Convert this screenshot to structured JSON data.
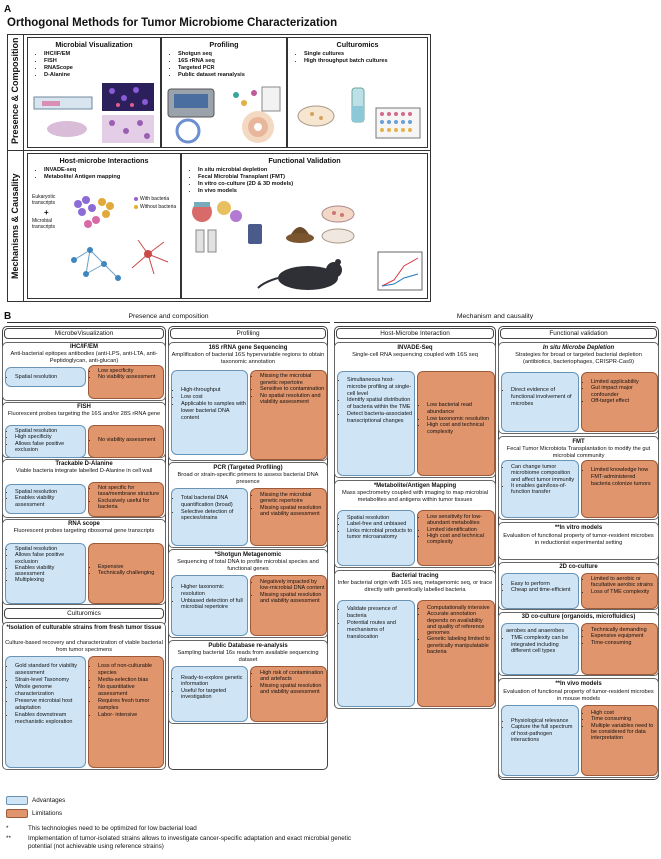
{
  "panel_a": {
    "letter": "A",
    "title": "Orthogonal Methods for Tumor Microbiome Characterization",
    "band_top": "Presence & Composition",
    "band_bottom": "Mechanisms & Causality",
    "boxes": {
      "microbial_visualization": {
        "title": "Microbial Visualization",
        "items": [
          "IHC/IF/EM",
          "FISH",
          "RNAScope",
          "D-Alanine"
        ]
      },
      "profiling": {
        "title": "Profiling",
        "items": [
          "Shotgun seq",
          "16S rRNA seq",
          "Targeted PCR",
          "Public dataset reanalysis"
        ]
      },
      "culturomics": {
        "title": "Culturomics",
        "items": [
          "Single cultures",
          "High throughput batch cultures"
        ]
      },
      "host_microbe": {
        "title": "Host-microbe Interactions",
        "items": [
          "INVADE-seq",
          "Metabolite/ Antigen mapping"
        ],
        "labels": {
          "eukaryotic": "Eukaryotic transcripts",
          "plus": "+",
          "microbial": "Microbial transcripts",
          "with_bacteria": "With bacteria",
          "without_bacteria": "Without bacteria"
        }
      },
      "functional_validation": {
        "title": "Functional Validation",
        "items": [
          "In situ microbial depletion",
          "Fecal Microbial Transplant (FMT)",
          "In vitro co-culture (2D & 3D models)",
          "In vivo models"
        ]
      }
    }
  },
  "panel_b": {
    "letter": "B",
    "presence_header": "Presence and composition",
    "mechanism_header": "Mechanism and causality",
    "columns": {
      "microbe_visualization": "MicrobeVisualization",
      "profiling": "Profiling",
      "host_microbe": "Host-Microbe Interaction",
      "functional_validation": "Functional validation"
    },
    "cards": {
      "ihc": {
        "title": "IHC/IF/EM",
        "subtitle": "Anti-bacterial epitopes antibodies (anti-LPS, anti-LTA, anti-Peptidoglycan, anti-glucan)",
        "adv": [
          "Spatial resolution"
        ],
        "lim": [
          "Low specificity",
          "No viability assessment"
        ]
      },
      "fish": {
        "title": "FISH",
        "subtitle": "Fluorescent probes targeting the 16S and/or 28S rRNA gene",
        "adv": [
          "Spatial resolution",
          "High specificity",
          "Allows false positive exclusion"
        ],
        "lim": [
          "No viability assessment"
        ]
      },
      "dalanine": {
        "title": "Trackable D-Alanine",
        "subtitle": "Viable bacteria integrate labelled D-Alanine in cell wall",
        "adv": [
          "Spatial resolution",
          "Enables viability assessment"
        ],
        "lim": [
          "Not specific for taxa/membrane structure",
          "Exclusively useful for bacteria"
        ]
      },
      "rnascope": {
        "title": "RNA scope",
        "subtitle": "Fluorescent probes targeting ribosomal gene transcripts",
        "adv": [
          "Spatial resolution",
          "Allows false positive exclusion",
          "Enables viability assessment",
          "Multiplexing"
        ],
        "lim": [
          "Expensive",
          "Technically challenging"
        ]
      },
      "culturomics_header": "Culturomics",
      "isolation": {
        "title": "*Isolation of culturable strains from fresh tumor tissue",
        "subtitle": "Culture-based recovery and characterization of viable bacterial from tumor specimens",
        "adv": [
          "Gold standard for viability assessment",
          "Strain-level Taxonomy",
          "Whole genome characterization",
          "Preserve microbial host adaptation",
          "Enables downstream mechanistic exploration"
        ],
        "lim": [
          "Loss of non-culturable species",
          "Media-selection bias",
          "No quantitative assessment",
          "Requires fresh tumor samples",
          "Labor- intensive"
        ]
      },
      "s16": {
        "title": "16S rRNA gene Sequencing",
        "subtitle": "Amplification of bacterial 16S hypervariable regions to obtain taxonomic annotation",
        "adv": [
          "High-throughput",
          "Low cost",
          "Applicable to samples with lower bacterial DNA content"
        ],
        "lim": [
          "Missing the microbial genetic repertoire",
          "Sensitive to contamination",
          "No spatial resolution and viability assessment"
        ]
      },
      "pcr": {
        "title": "PCR (Targeted Profiling)",
        "subtitle": "Broad or strain-specific primers to assess bacterial DNA presence",
        "adv": [
          "Total bacterial DNA quantification (broad)",
          "Selective detection of species/strains"
        ],
        "lim": [
          "Missing the microbial genetic repertoire",
          "Missing spatial resolution and viability assessment"
        ]
      },
      "shotgun": {
        "title": "*Shotgun Metagenomic",
        "subtitle": "Sequencing of total DNA to profile microbial species and functional genes",
        "adv": [
          "Higher taxonomic resolution",
          "Unbiased detection of full microbial repertoire"
        ],
        "lim": [
          "Negatively impacted by low-microbial DNA content",
          "Missing spatial resolution and viability assessment"
        ]
      },
      "public": {
        "title": "Public Database re-analysis",
        "subtitle": "Sampling bacterial 16s reads from available sequencing dataset",
        "adv": [
          "Ready-to-explore genetic information",
          "Useful for targeted investigation"
        ],
        "lim": [
          "High risk of contamination and artefacts",
          "Missing spatial resolution and viability assessment"
        ]
      },
      "invade": {
        "title": "INVADE-Seq",
        "subtitle": "Single-cell RNA sequencing coupled with 16S seq",
        "adv": [
          "Simultaneous host-microbe profiling at single-cell level",
          "Identify spatial distribution of bacteria within the TME",
          "Detect bacteria-associated transcriptional changes"
        ],
        "lim": [
          "Low bacterial read abundance",
          "Low taxonomic resolution",
          "High cost and technical complexity"
        ]
      },
      "metab": {
        "title": "*Metabolite/Antigen Mapping",
        "subtitle": "Mass spectrometry coupled with imaging to map microbial metabolites and antigens within tumor tissues",
        "adv": [
          "Spatial resolution",
          "Label-free and unbiased",
          "Links microbial products to tumor microanatomy"
        ],
        "lim": [
          "Low sensitivity for low-abundant metabolites",
          "Limited identification",
          "High cost and technical complexity"
        ]
      },
      "tracing": {
        "title": "Bacterial tracing",
        "subtitle": "Infer bacterial origin with 16S seq, metagenomic seq, or trace directly with genetically labelled bacteria",
        "adv": [
          "Validate presence of bacteria",
          "Potential routes and mechanisms of translocation"
        ],
        "lim": [
          "Computationally intensive",
          "Accurate annotation depends on availability and quality of reference genomes",
          "Genetic labeling limited to genetically manipulatable bacteria"
        ]
      },
      "insitu": {
        "title": "In situ Microbe Depletion",
        "subtitle": "Strategies for broad or targeted bacterial depletion (antibiotics, bacteriophages, CRISPR-Cas9)",
        "adv": [
          "Direct evidence of functional involvement of microbes"
        ],
        "lim": [
          "Limited applicability",
          "Gut impact major confounder",
          "Off-target effect"
        ]
      },
      "fmt": {
        "title": "FMT",
        "subtitle": "Fecal Tumor Microbiota Transplantation to modify the gut microbial community",
        "adv": [
          "Can change tumor microbiome composition and affect tumor immunity",
          "It enables gain/loss-of-function transfer"
        ],
        "lim": [
          "Limited knowledge how FMT-administered bacteria colonize tumors"
        ]
      },
      "invitro": {
        "title": "**In vitro models",
        "subtitle": "Evaluation of functional property of tumor-resident microbes in reductionist experimental setting"
      },
      "cc2d": {
        "title": "2D co-culture",
        "adv": [
          "Easy to perform",
          "Cheap and time-efficient"
        ],
        "lim": [
          "Limited to aerobic or facultative aerobic strains",
          "Loss of TME complexity"
        ]
      },
      "cc3d": {
        "title": "3D co-culture (organoids, microfluidics)",
        "adv": [
          "aerobes and anaerobes",
          "TME complexity can be integrated including different cell types"
        ],
        "lim": [
          "Technically demanding",
          "Expensive equipment",
          "Time-consuming"
        ]
      },
      "invivo": {
        "title": "**In vivo models",
        "subtitle": "Evaluation of functional property of tumor-resident microbes in mouse models",
        "adv": [
          "Physiological relevance",
          "Capture the full spectrum of host-pathogen interactions"
        ],
        "lim": [
          "High cost",
          "Time consuming",
          "Multiple variables need to be considered for data interpretation"
        ]
      }
    },
    "legend": {
      "advantages": "Advantages",
      "limitations": "Limitations"
    },
    "footnotes": [
      {
        "mark": "*",
        "text": "This technologies need to be optimized for low bacterial load"
      },
      {
        "mark": "**",
        "text": "Implementation of tumor-isolated strains allows to investigate cancer-specific adaptation and exact microbial genetic potential (not achievable using reference strains)"
      }
    ]
  },
  "colors": {
    "advantage_fill": "#cfe5f6",
    "limitation_fill": "#e0956c",
    "border": "#333333"
  }
}
